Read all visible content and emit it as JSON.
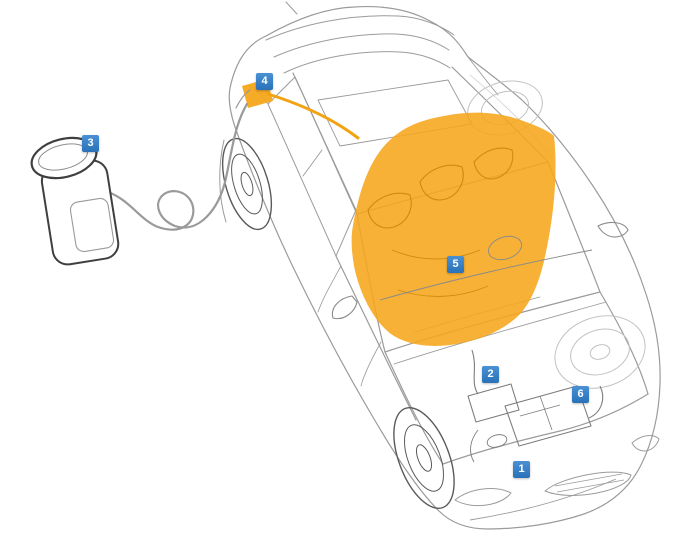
{
  "diagram": {
    "type": "vehicle-charging-cutaway",
    "markers": [
      {
        "label": "1"
      },
      {
        "label": "2"
      },
      {
        "label": "3"
      },
      {
        "label": "4"
      },
      {
        "label": "5"
      },
      {
        "label": "6"
      }
    ],
    "graphics": {
      "car": "car-wireframe-three-quarter-view",
      "station": "charging-station",
      "cable": "charging-cable",
      "highlight": "battery-pack-highlight",
      "port": "charge-port"
    },
    "colors": {
      "marker_background": "#2E7CC2",
      "marker_text": "#FFFFFF",
      "highlight_orange": "#F6A61B",
      "wireframe_gray": "#9B9B9B",
      "background": "#FFFFFF"
    }
  }
}
